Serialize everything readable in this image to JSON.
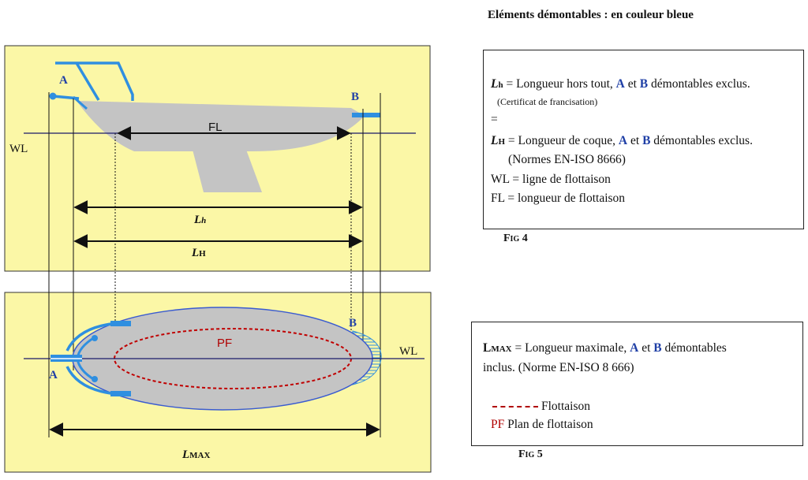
{
  "header": {
    "text": "Eléments démontables : en couleur bleue"
  },
  "fig4": {
    "lh_sym": "L",
    "lh_sub": "h",
    "lh_def_a": " = Longueur hors tout, ",
    "lh_def_and": " et ",
    "lh_def_b": " démontables exclus.",
    "certificate": "(Certificat de francisation)",
    "equals": "=",
    "lH_sym": "L",
    "lH_sub": "H",
    "lH_def_a": " =  Longueur de coque, ",
    "lH_def_and": " et ",
    "lH_def_b": " démontables exclus.",
    "norm": "(Normes EN-ISO 8666)",
    "wl_def": "WL = ligne de flottaison",
    "fl_def": "FL = longueur de flottaison",
    "caption": "Fig 4"
  },
  "fig5": {
    "lmax_sym": "L",
    "lmax_sub": "MAX",
    "lmax_def_a": " = Longueur maximale, ",
    "lmax_def_and": " et ",
    "lmax_def_b": " démontables",
    "line2": "inclus.   (Norme EN-ISO 8 666)",
    "legend_flottaison": "Flottaison",
    "legend_pf_sym": "PF",
    "legend_pf_text": " Plan de flottaison",
    "caption": "Fig 5"
  },
  "diagram": {
    "label_a": "A",
    "label_b": "B",
    "label_wl": "WL",
    "label_fl": "FL",
    "label_pf": "PF",
    "dim_lh_sym": "L",
    "dim_lh_sub": "h",
    "dim_lH_sym": "L",
    "dim_lH_sub": "H",
    "dim_lmax_sym": "L",
    "dim_lmax_sub": "MAX"
  },
  "colors": {
    "panel": "#fbf7a6",
    "hull": "#c4c4c4",
    "removable": "#2f8fe0",
    "waterline": "#c00000",
    "label_blue": "#1f3fa6"
  }
}
